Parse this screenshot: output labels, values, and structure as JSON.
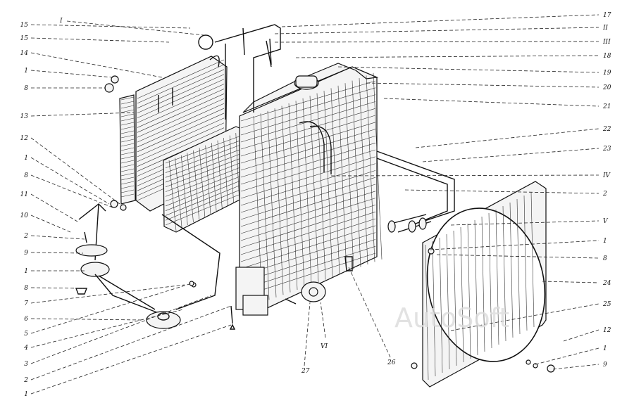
{
  "watermark": "AutoSoft",
  "callouts_left": [
    "15",
    "15",
    "14",
    "1",
    "8",
    "13",
    "12",
    "1",
    "8",
    "11",
    "10",
    "2",
    "9",
    "1",
    "8",
    "7",
    "6",
    "5",
    "4",
    "3",
    "2",
    "1"
  ],
  "callouts_top": [
    "I"
  ],
  "callouts_right": [
    "17",
    "II",
    "III",
    "18",
    "19",
    "20",
    "21",
    "22",
    "23",
    "IV",
    "2",
    "V",
    "1",
    "8",
    "24",
    "25",
    "12",
    "1",
    "9"
  ],
  "callouts_bottom": [
    "27",
    "26"
  ],
  "callouts_inline": [
    "VI"
  ]
}
